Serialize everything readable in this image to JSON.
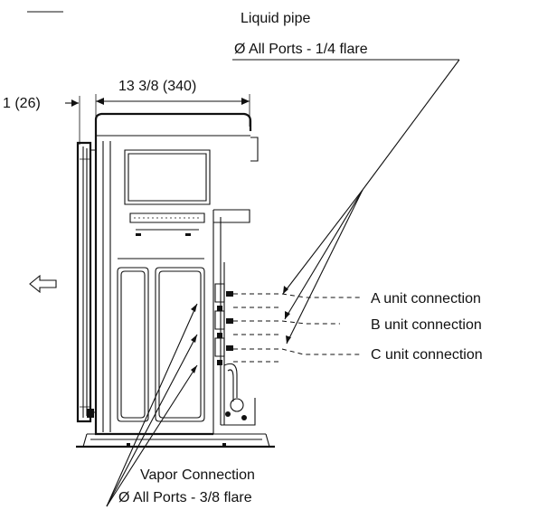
{
  "liquid": {
    "title": "Liquid pipe",
    "spec": "Ø  All Ports - 1/4 flare"
  },
  "dimensions": {
    "width": "13 3/8 (340)",
    "offset": "1 (26)"
  },
  "connections": [
    {
      "label": "A unit connection"
    },
    {
      "label": "B unit connection"
    },
    {
      "label": "C unit connection"
    }
  ],
  "vapor": {
    "title": "Vapor Connection",
    "spec": "Ø All Ports - 3/8 flare"
  },
  "airflow_arrow": "⇦"
}
